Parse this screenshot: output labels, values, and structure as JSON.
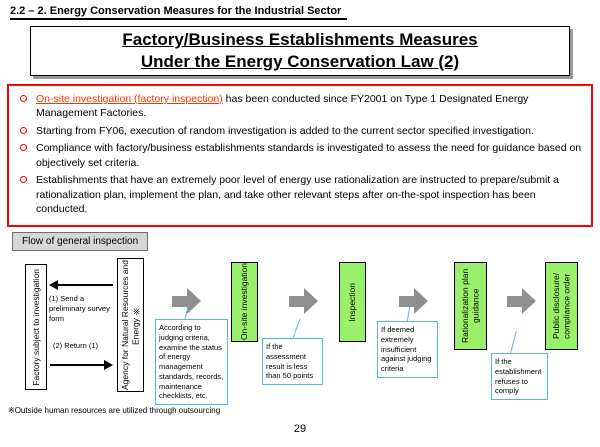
{
  "colors": {
    "accent_red": "#FF0000",
    "highlight_red": "#FF3300",
    "step_green": "#9BF06B",
    "arrow_gray": "#8F8F8F",
    "callout_border_blue": "#5FB4E0",
    "label_gray": "#D6D6D6"
  },
  "header": {
    "breadcrumb": "2.2 – 2. Energy Conservation Measures for the Industrial Sector"
  },
  "title": {
    "line1": "Factory/Business Establishments Measures",
    "line2": "Under the Energy Conservation Law (2)"
  },
  "bullets": [
    {
      "highlight": "On-site investigation (factory inspection)",
      "rest": " has been conducted since FY2001 on Type 1 Designated Energy Management Factories."
    },
    {
      "highlight": "",
      "rest": "Starting from FY06, execution of random investigation is added to the current sector specified investigation."
    },
    {
      "highlight": "",
      "rest": "Compliance with factory/business establishments standards is investigated to assess the need for guidance based on objectively set criteria."
    },
    {
      "highlight": "",
      "rest": "Establishments that have an extremely poor level of energy use rationalization are instructed to prepare/submit a rationalization plan, implement the plan, and take other relevant steps after on-the-spot inspection has been conducted."
    }
  ],
  "flow": {
    "section_label": "Flow of general inspection",
    "factory_box": "Factory subject to investigation",
    "agency_box": "Agency for Natural Resources and Energy ※",
    "send_label": "(1)  Send a preliminary survey form",
    "return_label": "(2) Return (1)",
    "agency_note": "According to judging criteria, examine the status of energy management standards, records, maintenance checklists, etc.",
    "steps": [
      {
        "label": "On-site investigation"
      },
      {
        "label": "Inspection"
      },
      {
        "label": "Rationalization plan guidance"
      },
      {
        "label": "Public disclosure/ compliance order"
      }
    ],
    "notes": [
      {
        "text": "If the assessment result is less than 50 points"
      },
      {
        "text": "If deemed extremely insufficient against judging criteria"
      },
      {
        "text": "If the establishment refuses to comply"
      }
    ]
  },
  "footer": {
    "outsourcing_note": "※Outside human resources are utilized through outsourcing",
    "page_number": "29"
  }
}
